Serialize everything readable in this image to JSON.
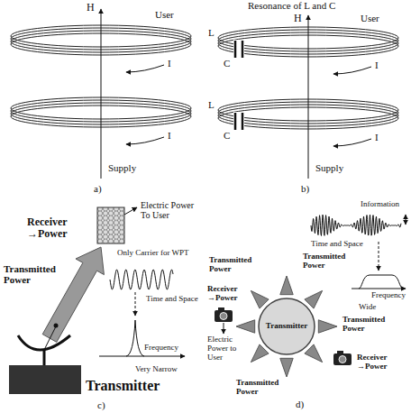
{
  "diagram": {
    "nodes": [
      {
        "text": [
          "Transmitter"
        ]
      }
    ],
    "labels": [
      "H",
      "User",
      "I",
      "I",
      "Supply",
      "a)",
      "Resonance of L and C",
      "H",
      "User",
      "L",
      "C",
      "L",
      "C",
      "I",
      "I",
      "Supply",
      "b)",
      "Receiver →Power",
      "Electric Power To User",
      "Transmitted Power",
      "Only Carrier for WPT",
      "Time and Space",
      "Frequency",
      "Very Narrow",
      "Transmitter",
      "c)",
      "Transmitted Power",
      "Transmitted Power",
      "Transmitted Power",
      "Transmitted Power",
      "Receiver →Power",
      "Electric Power to User",
      "Receiver →Power",
      "Information",
      "Time and Space",
      "Frequency",
      "Wide",
      "d)"
    ]
  }
}
